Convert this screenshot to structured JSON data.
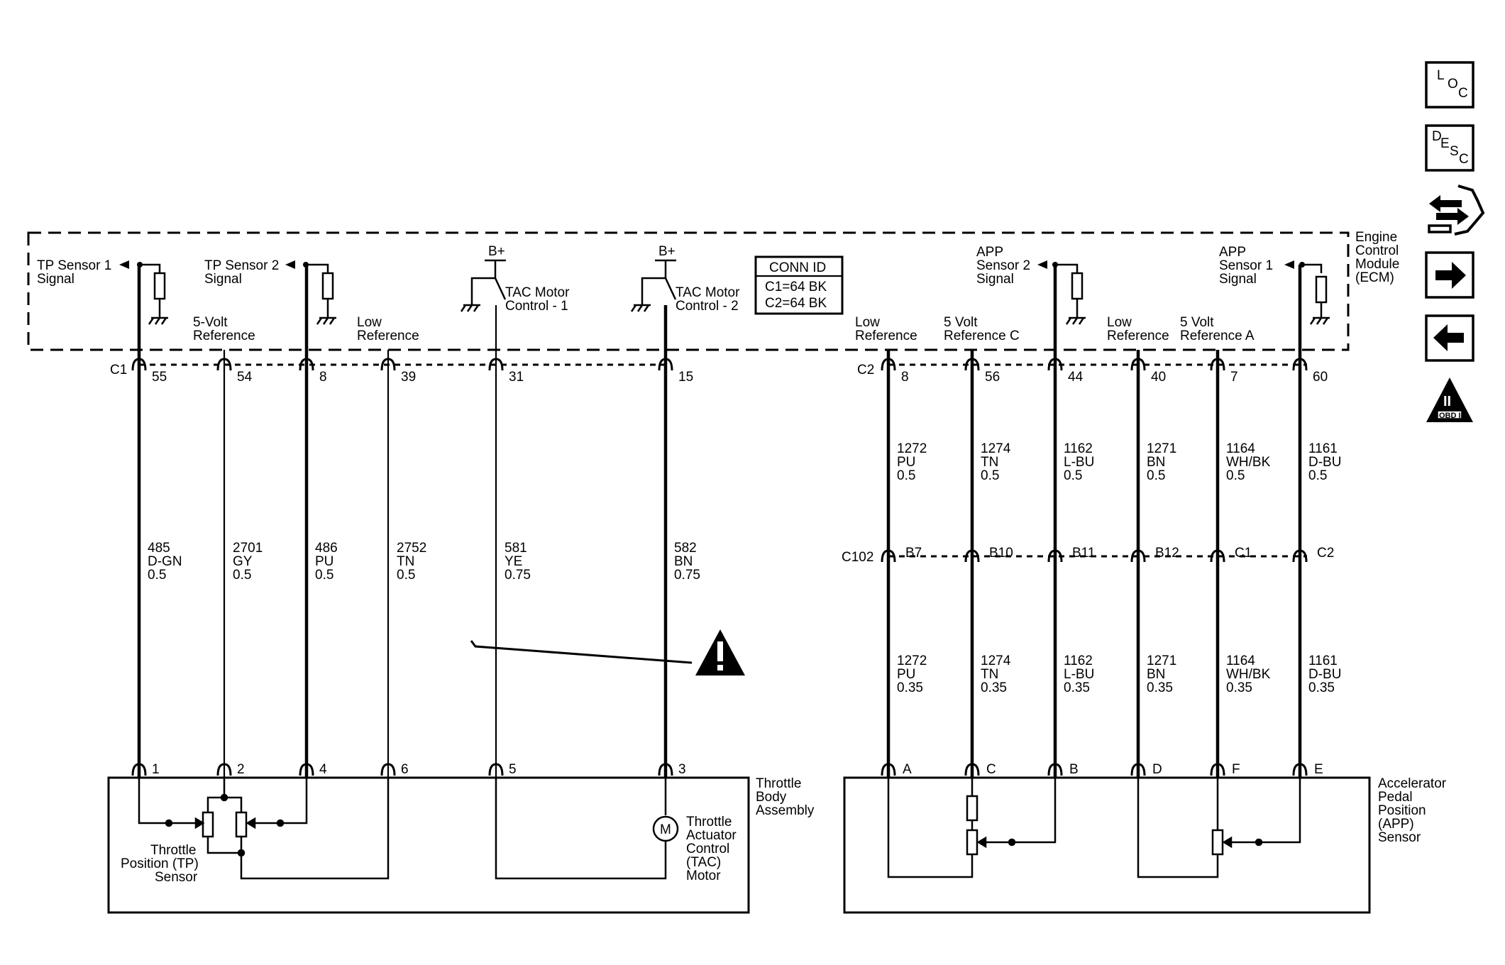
{
  "ecm": {
    "title_lines": [
      "Engine",
      "Control",
      "Module",
      "(ECM)"
    ],
    "tp_sensor_1_signal": [
      "TP Sensor 1",
      "Signal"
    ],
    "tp_sensor_2_signal": [
      "TP Sensor 2",
      "Signal"
    ],
    "five_volt_reference": [
      "5-Volt",
      "Reference"
    ],
    "low_reference": [
      "Low",
      "Reference"
    ],
    "b_plus": "B+",
    "tac_motor_control_1": [
      "TAC Motor",
      "Control - 1"
    ],
    "tac_motor_control_2": [
      "TAC Motor",
      "Control - 2"
    ],
    "app_sensor_2_signal": [
      "APP",
      "Sensor 2",
      "Signal"
    ],
    "app_sensor_1_signal": [
      "APP",
      "Sensor 1",
      "Signal"
    ],
    "low_reference_c2_a": [
      "Low",
      "Reference"
    ],
    "five_volt_reference_c": [
      "5 Volt",
      "Reference C"
    ],
    "low_reference_c2_b": [
      "Low",
      "Reference"
    ],
    "five_volt_reference_a": [
      "5 Volt",
      "Reference A"
    ],
    "conn_id": {
      "header": "CONN ID",
      "c1": "C1=64 BK",
      "c2": "C2=64 BK"
    }
  },
  "connectors": {
    "c1": "C1",
    "c2": "C2",
    "c102": "C102"
  },
  "left_circuits": [
    {
      "pin": "55",
      "wire": [
        "485",
        "D-GN",
        "0.5"
      ],
      "comp_pin": "1"
    },
    {
      "pin": "54",
      "wire": [
        "2701",
        "GY",
        "0.5"
      ],
      "comp_pin": "2"
    },
    {
      "pin": "8",
      "wire": [
        "486",
        "PU",
        "0.5"
      ],
      "comp_pin": "4"
    },
    {
      "pin": "39",
      "wire": [
        "2752",
        "TN",
        "0.5"
      ],
      "comp_pin": "6"
    },
    {
      "pin": "31",
      "wire": [
        "581",
        "YE",
        "0.75"
      ],
      "comp_pin": "5"
    },
    {
      "pin": "15",
      "wire": [
        "582",
        "BN",
        "0.75"
      ],
      "comp_pin": "3"
    }
  ],
  "right_circuits": [
    {
      "pin": "8",
      "upper": [
        "1272",
        "PU",
        "0.5"
      ],
      "c102": "B7",
      "lower": [
        "1272",
        "PU",
        "0.35"
      ],
      "comp_pin": "A"
    },
    {
      "pin": "56",
      "upper": [
        "1274",
        "TN",
        "0.5"
      ],
      "c102": "B10",
      "lower": [
        "1274",
        "TN",
        "0.35"
      ],
      "comp_pin": "C"
    },
    {
      "pin": "44",
      "upper": [
        "1162",
        "L-BU",
        "0.5"
      ],
      "c102": "B11",
      "lower": [
        "1162",
        "L-BU",
        "0.35"
      ],
      "comp_pin": "B"
    },
    {
      "pin": "40",
      "upper": [
        "1271",
        "BN",
        "0.5"
      ],
      "c102": "B12",
      "lower": [
        "1271",
        "BN",
        "0.35"
      ],
      "comp_pin": "D"
    },
    {
      "pin": "7",
      "upper": [
        "1164",
        "WH/BK",
        "0.5"
      ],
      "c102": "C1",
      "lower": [
        "1164",
        "WH/BK",
        "0.35"
      ],
      "comp_pin": "F"
    },
    {
      "pin": "60",
      "upper": [
        "1161",
        "D-BU",
        "0.5"
      ],
      "c102": "C2",
      "lower": [
        "1161",
        "D-BU",
        "0.35"
      ],
      "comp_pin": "E"
    }
  ],
  "components": {
    "throttle_body": [
      "Throttle",
      "Body",
      "Assembly"
    ],
    "tp_sensor": [
      "Throttle",
      "Position (TP)",
      "Sensor"
    ],
    "tac_motor": [
      "Throttle",
      "Actuator",
      "Control",
      "(TAC)",
      "Motor"
    ],
    "motor_symbol": "M",
    "app_sensor": [
      "Accelerator",
      "Pedal",
      "Position",
      "(APP)",
      "Sensor"
    ]
  },
  "nav_icons": {
    "loc": [
      "L",
      "O",
      "C"
    ],
    "desc": [
      "D",
      "E",
      "S",
      "C"
    ],
    "obd": [
      "II",
      "OBD II"
    ],
    "names": [
      "loc-icon",
      "desc-icon",
      "connector-views-icon",
      "next-arrow-icon",
      "back-arrow-icon",
      "obd-ii-icon"
    ]
  },
  "colors": {
    "ink": "#000000",
    "background": "#ffffff"
  }
}
